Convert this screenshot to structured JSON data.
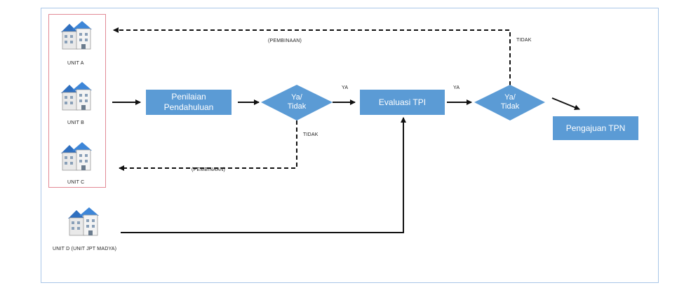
{
  "units": {
    "a": "UNIT A",
    "b": "UNIT B",
    "c": "UNIT C",
    "d": "UNIT D (UNIT JPT MADYA)"
  },
  "process": {
    "penilaian_line1": "Penilaian",
    "penilaian_line2": "Pendahuluan",
    "evaluasi": "Evaluasi TPI",
    "pengajuan": "Pengajuan TPN"
  },
  "decisions": {
    "d1_line1": "Ya/",
    "d1_line2": "Tidak",
    "d2_line1": "Ya/",
    "d2_line2": "Tidak"
  },
  "edge_labels": {
    "ya_1": "YA",
    "ya_2": "YA",
    "tidak_1": "TIDAK",
    "tidak_2": "TIDAK",
    "pembinaan_top": "(PEMBINAAN)",
    "pembinaan_bottom": "(PEMBINAAN)"
  },
  "colors": {
    "box_fill": "#5b9bd5",
    "frame_border": "#a9c6e8",
    "group_border": "#e28a95"
  },
  "icons": [
    "building-icon"
  ]
}
